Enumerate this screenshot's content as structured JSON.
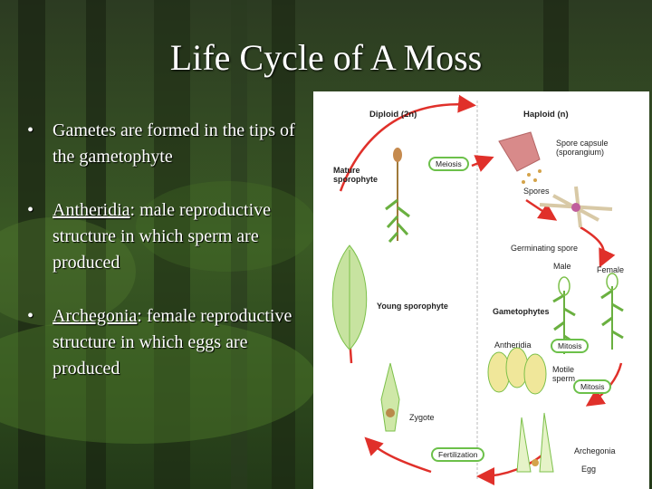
{
  "slide": {
    "title": "Life Cycle of A Moss",
    "bullets": [
      {
        "prefix": "",
        "term": "",
        "text": "Gametes are formed in the tips of the gametophyte"
      },
      {
        "prefix": "",
        "term": "Antheridia",
        "text": ": male reproductive structure in which sperm are produced"
      },
      {
        "prefix": "",
        "term": "Archegonia",
        "text": ": female reproductive structure in which eggs are produced"
      }
    ],
    "bullet_symbol": "•"
  },
  "diagram": {
    "header_diploid": "Diploid (2n)",
    "header_haploid": "Haploid (n)",
    "labels": {
      "mature_sporophyte": "Mature\nsporophyte",
      "spore_capsule": "Spore capsule\n(sporangium)",
      "spores": "Spores",
      "germinating_spore": "Germinating spore",
      "male": "Male",
      "female": "Female",
      "young_sporophyte": "Young sporophyte",
      "gametophytes": "Gametophytes",
      "antheridia": "Antheridia",
      "motile_sperm": "Motile\nsperm",
      "zygote": "Zygote",
      "archegonia": "Archegonia",
      "egg": "Egg"
    },
    "process_labels": {
      "meiosis": "Meiosis",
      "mitosis_1": "Mitosis",
      "mitosis_2": "Mitosis",
      "fertilization": "Fertilization"
    },
    "colors": {
      "arrow": "#e0302a",
      "pill_border": "#6cc04a",
      "plant_green": "#7cc04a",
      "capsule_pink": "#d88a8a"
    }
  }
}
